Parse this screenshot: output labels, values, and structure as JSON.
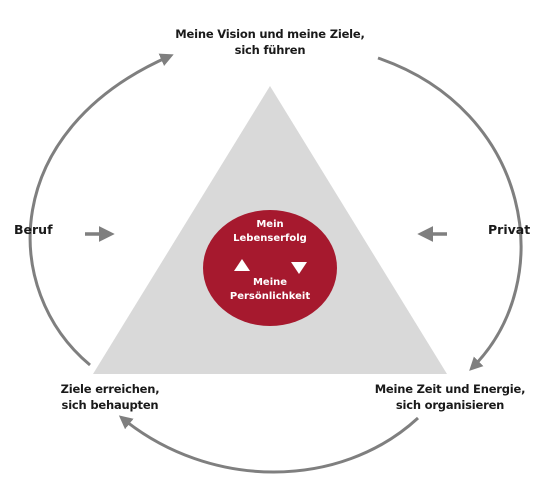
{
  "diagram": {
    "top_label": [
      "Meine Vision und meine Ziele,",
      "sich führen"
    ],
    "bottom_left_label": [
      "Ziele erreichen,",
      "sich behaupten"
    ],
    "bottom_right_label": [
      "Meine Zeit und Energie,",
      "sich organisieren"
    ],
    "left_label": "Beruf",
    "right_label": "Privat",
    "center": {
      "top": [
        "Mein",
        "Lebenserfolg"
      ],
      "bottom": [
        "Meine",
        "Persönlichkeit"
      ]
    }
  },
  "colors": {
    "triangle": "#d9d9d9",
    "circle": "#a6192e",
    "arrow": "#7f7f7f",
    "text": "#1a1a1a",
    "inner_text": "#ffffff"
  }
}
